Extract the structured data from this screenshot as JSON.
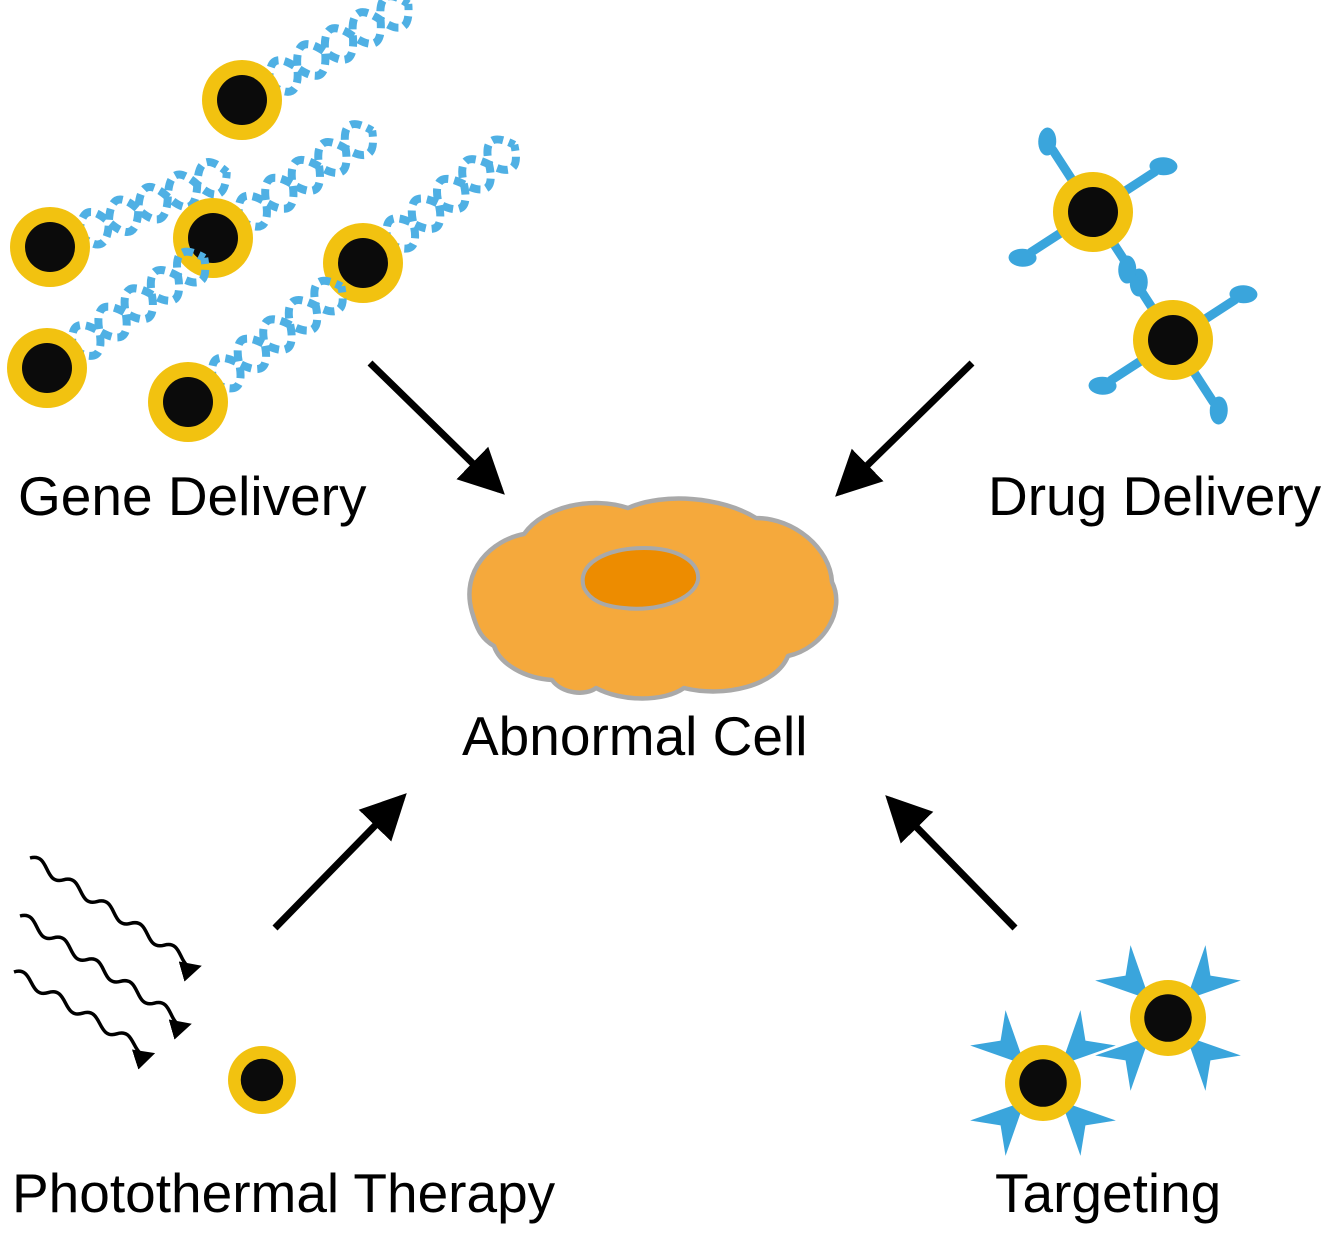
{
  "diagram": {
    "center": {
      "label": "Abnormal Cell"
    },
    "quadrants": [
      {
        "id": "gene-delivery",
        "label": "Gene Delivery",
        "position": "top-left",
        "nanoparticle_count": 6
      },
      {
        "id": "drug-delivery",
        "label": "Drug Delivery",
        "position": "top-right",
        "nanoparticle_count": 2
      },
      {
        "id": "photothermal-therapy",
        "label": "Photothermal Therapy",
        "position": "bottom-left",
        "nanoparticle_count": 1,
        "wave_arrow_count": 3
      },
      {
        "id": "targeting",
        "label": "Targeting",
        "position": "bottom-right",
        "nanoparticle_count": 2
      }
    ],
    "arrow_count": 4
  },
  "colors": {
    "background": "#FFFFFF",
    "nanoparticle_gold": "#F2C210",
    "nanoparticle_core": "#0B0B0B",
    "dna_blue": "#4FB0E4",
    "ligand_blue": "#3AA5DC",
    "cell_body": "#F5A93C",
    "cell_nucleus": "#ED8C00",
    "cell_outline": "#A9A9A9",
    "arrow_black": "#000000",
    "text": "#000000"
  },
  "icons": {
    "gold-nanoparticle-icon": "gold ring with black core",
    "dna-helix-icon": "blue striped double helix",
    "drug-ligand-icon": "blue spoke ending in blob",
    "targeting-ligand-icon": "blue fin star",
    "wave-arrow-icon": "black wavy arrow",
    "abnormal-cell-icon": "orange cell with darker nucleus",
    "arrow-icon": "black straight arrow"
  }
}
